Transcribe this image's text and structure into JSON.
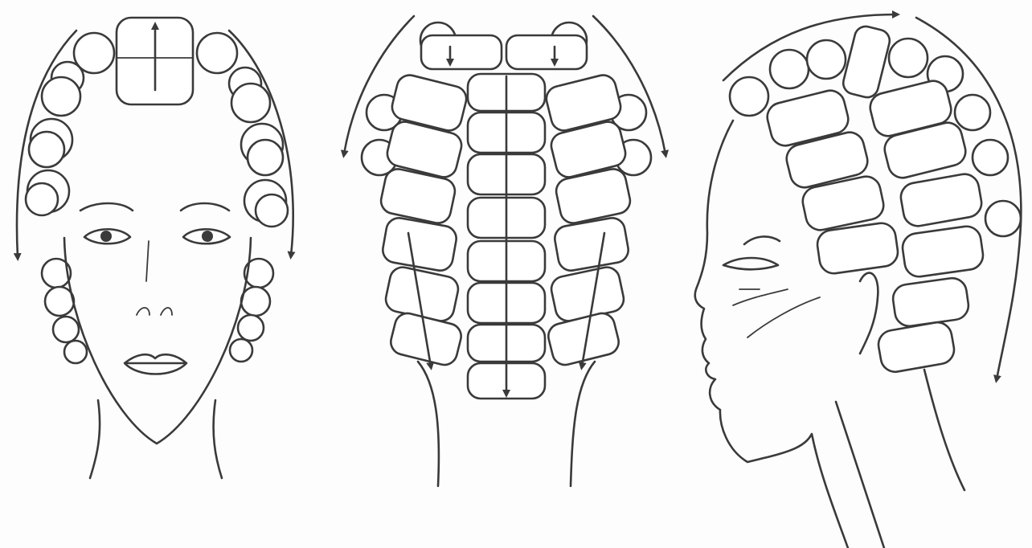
{
  "figure": {
    "panels": [
      {
        "view": "front"
      },
      {
        "view": "back"
      },
      {
        "view": "side"
      }
    ],
    "colors": {
      "line": "#3a3a3a",
      "background": "#fdfdfd",
      "roller_fill": "#ffffff"
    }
  }
}
